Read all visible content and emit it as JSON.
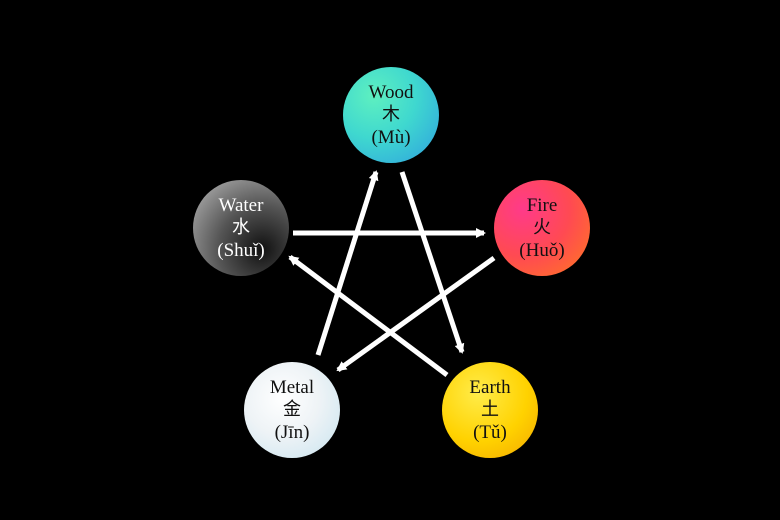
{
  "diagram": {
    "elements": [
      {
        "id": "wood",
        "name": "Wood",
        "hanzi": "木",
        "pinyin": "(Mù)"
      },
      {
        "id": "fire",
        "name": "Fire",
        "hanzi": "火",
        "pinyin": "(Huǒ)"
      },
      {
        "id": "earth",
        "name": "Earth",
        "hanzi": "土",
        "pinyin": "(Tǔ)"
      },
      {
        "id": "metal",
        "name": "Metal",
        "hanzi": "金",
        "pinyin": "(Jīn)"
      },
      {
        "id": "water",
        "name": "Water",
        "hanzi": "水",
        "pinyin": "(Shuǐ)"
      }
    ],
    "arrows": [
      {
        "from": "Wood",
        "to": "Earth"
      },
      {
        "from": "Fire",
        "to": "Metal"
      },
      {
        "from": "Earth",
        "to": "Water"
      },
      {
        "from": "Metal",
        "to": "Wood"
      },
      {
        "from": "Water",
        "to": "Fire"
      }
    ],
    "colors": {
      "background": "#000000",
      "arrow": "#ffffff",
      "wood": "#3fd8cf",
      "fire": "#ff4a52",
      "earth": "#ffd200",
      "metal": "#eef3f6",
      "water": "#555555"
    }
  }
}
